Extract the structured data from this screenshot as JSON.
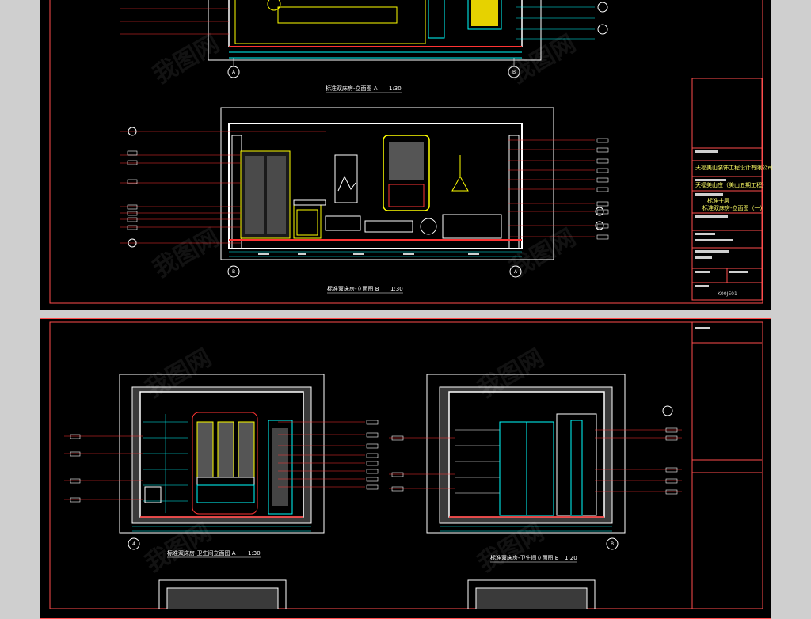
{
  "sheet1": {
    "captions": {
      "a": "标准双床房-立面图 A",
      "a_scale": "1:30",
      "b": "标准双床房-立面图 B",
      "b_scale": "1:30"
    },
    "grid_markers": [
      "A",
      "B",
      "B",
      "A"
    ],
    "title_block": {
      "company": "天福美山装饰工程设计有限公司",
      "project": "天福美山庄（美山五期工程）",
      "drawing_a": "标准十层",
      "drawing_b": "标准双床房-立面图（一）",
      "sheet_no": "K00JE01"
    }
  },
  "sheet2": {
    "captions": {
      "a": "标准双床房-卫生间立面图 A",
      "a_scale": "1:30",
      "b": "标准双床房-卫生间立面图 B",
      "b_scale": "1:20"
    },
    "grid_markers": [
      "4",
      "B"
    ]
  },
  "watermark": "我图网",
  "colors": {
    "background": "#000000",
    "frame": "#ff4d4d",
    "dimension": "#00ffff",
    "wall": "#ffffff",
    "furniture": "#ffff00",
    "leader": "#ff3333"
  }
}
